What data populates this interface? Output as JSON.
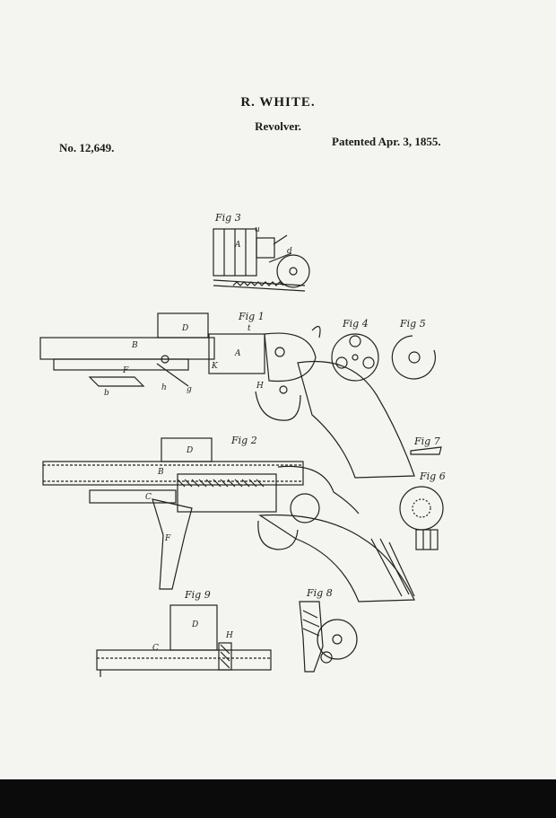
{
  "header": {
    "inventor": "R. WHITE.",
    "title": "Revolver.",
    "patent_number": "No. 12,649.",
    "patent_date": "Patented Apr. 3, 1855."
  },
  "figures": {
    "fig1": "Fig 1",
    "fig2": "Fig 2",
    "fig3": "Fig 3",
    "fig4": "Fig 4",
    "fig5": "Fig 5",
    "fig6": "Fig 6",
    "fig7": "Fig 7",
    "fig8": "Fig 8",
    "fig9": "Fig 9"
  },
  "reference_letters": {
    "A": "A",
    "B": "B",
    "C": "C",
    "D": "D",
    "F": "F",
    "H": "H",
    "K": "K",
    "b": "b",
    "d": "d",
    "g": "g",
    "h": "h",
    "t": "t",
    "u": "u"
  },
  "colors": {
    "paper": "#f4f4f0",
    "ink": "#1a1a1a",
    "bottom_strip": "#0b0b0b"
  }
}
